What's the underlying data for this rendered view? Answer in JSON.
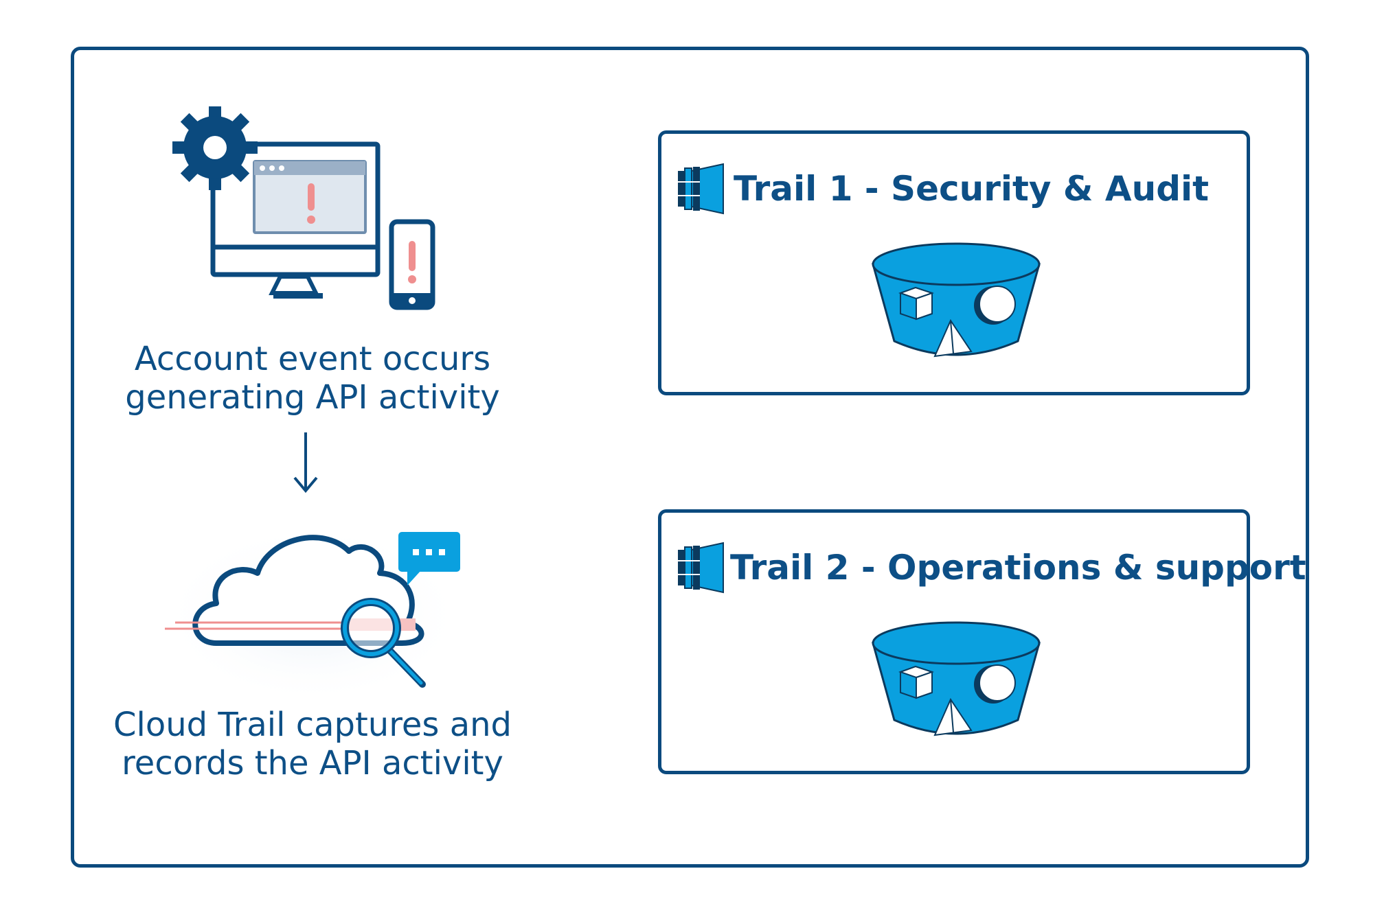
{
  "steps": [
    {
      "caption_line1": "Account event occurs",
      "caption_line2": "generating API activity",
      "icon": "computer-mobile-alert-icon"
    },
    {
      "caption_line1": "Cloud Trail captures and",
      "caption_line2": "records the API activity",
      "icon": "cloud-search-icon"
    }
  ],
  "trails": [
    {
      "title": "Trail 1 - Security & Audit",
      "icon": "s3-bucket-icon"
    },
    {
      "title": "Trail 2 - Operations & support",
      "icon": "s3-bucket-icon"
    }
  ],
  "colors": {
    "navy": "#0b4a7e",
    "text_blue": "#0d4f86",
    "bucket_blue": "#0aa0df",
    "alert_red": "#ef8f8f"
  }
}
